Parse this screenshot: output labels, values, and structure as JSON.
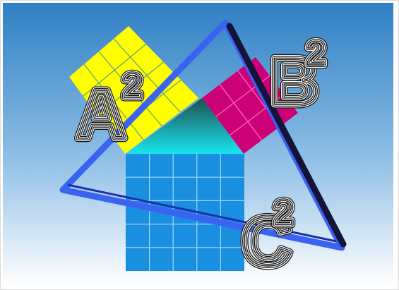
{
  "diagram": {
    "colors": {
      "background_top": "#2f7fc4",
      "background_bottom": "#ffffff",
      "square_a": "#ffff00",
      "square_b": "#cc0077",
      "square_c": "#1a8fe0",
      "triangle_fill_top": "#1f4f4f",
      "triangle_fill_bottom": "#19e6f0",
      "triangle_frame_light": "#3b63f2",
      "triangle_frame_dark": "#14143a",
      "letter_stroke": "#111111"
    },
    "squares": [
      {
        "name": "square-a",
        "color_key": "square_a",
        "grid": 4
      },
      {
        "name": "square-b",
        "color_key": "square_b",
        "grid": 3
      },
      {
        "name": "square-c",
        "color_key": "square_c",
        "grid": 5
      }
    ],
    "labels": [
      {
        "name": "label-a-squared",
        "letter": "A",
        "exponent": "2"
      },
      {
        "name": "label-b-squared",
        "letter": "B",
        "exponent": "2"
      },
      {
        "name": "label-c-squared",
        "letter": "C",
        "exponent": "2"
      }
    ]
  }
}
